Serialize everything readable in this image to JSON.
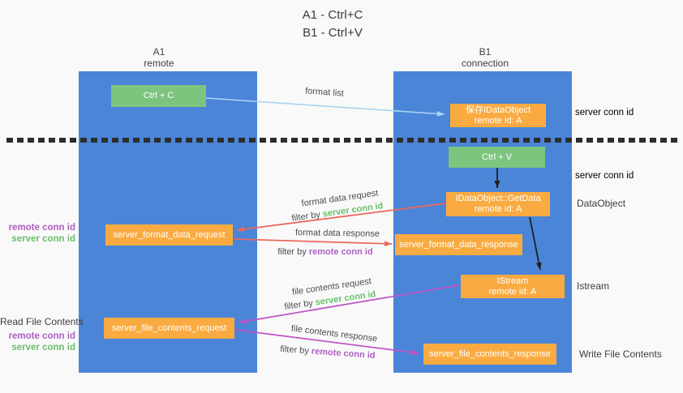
{
  "title": {
    "line1": "A1 - Ctrl+C",
    "line2": "B1 - Ctrl+V"
  },
  "lanes": {
    "left": {
      "name": "A1",
      "role": "remote"
    },
    "right": {
      "name": "B1",
      "role": "connection"
    }
  },
  "nodes": {
    "ctrl_c": {
      "label": "Ctrl + C"
    },
    "ctrl_v": {
      "label": "Ctrl + V"
    },
    "save_dataobject": {
      "line1": "保存IDataObject",
      "line2": "remote id: A"
    },
    "getdata": {
      "line1": "IDataObject::GetData",
      "line2": "remote id: A"
    },
    "istream": {
      "line1": "IStream",
      "line2": "remote id: A"
    },
    "server_format_data_request": {
      "label": "server_format_data_request"
    },
    "server_format_data_response": {
      "label": "server_format_data_response"
    },
    "server_file_contents_request": {
      "label": "server_file_contents_request"
    },
    "server_file_contents_response": {
      "label": "server_file_contents_response"
    }
  },
  "arrows": {
    "format_list": {
      "label": "format list"
    },
    "format_data_request": {
      "label": "format data request",
      "filter_prefix": "filter by ",
      "filter_key": "server conn id"
    },
    "format_data_response": {
      "label": "format data response",
      "filter_prefix": "filter by ",
      "filter_key": "remote conn id"
    },
    "file_contents_request": {
      "label": "file contents request",
      "filter_prefix": "filter by ",
      "filter_key": "server conn id"
    },
    "file_contents_response": {
      "label": "file contents response",
      "filter_prefix": "filter by ",
      "filter_key": "remote conn id"
    }
  },
  "side_labels": {
    "right_server_conn_id_1": "server conn id",
    "right_server_conn_id_2": "server conn id",
    "right_dataobject": "DataObject",
    "right_istream": "Istream",
    "right_write_file_contents": "Write File Contents",
    "left_remote_conn_id_1": "remote conn id",
    "left_server_conn_id_1": "server conn id",
    "left_read_file_contents": "Read File Contents",
    "left_remote_conn_id_2": "remote conn id",
    "left_server_conn_id_2": "server conn id"
  },
  "colors": {
    "lane_blue": "#4a85d8",
    "box_green": "#7dc47f",
    "box_orange": "#f9ab41",
    "arrow_light_blue": "#a9d5f0",
    "arrow_red": "#ee685c",
    "arrow_magenta": "#bf55c6",
    "arrow_black": "#1f1f1f",
    "text_green": "#6abf6b",
    "text_purple": "#ad5fc3",
    "text_dark": "#3d3d3d"
  }
}
